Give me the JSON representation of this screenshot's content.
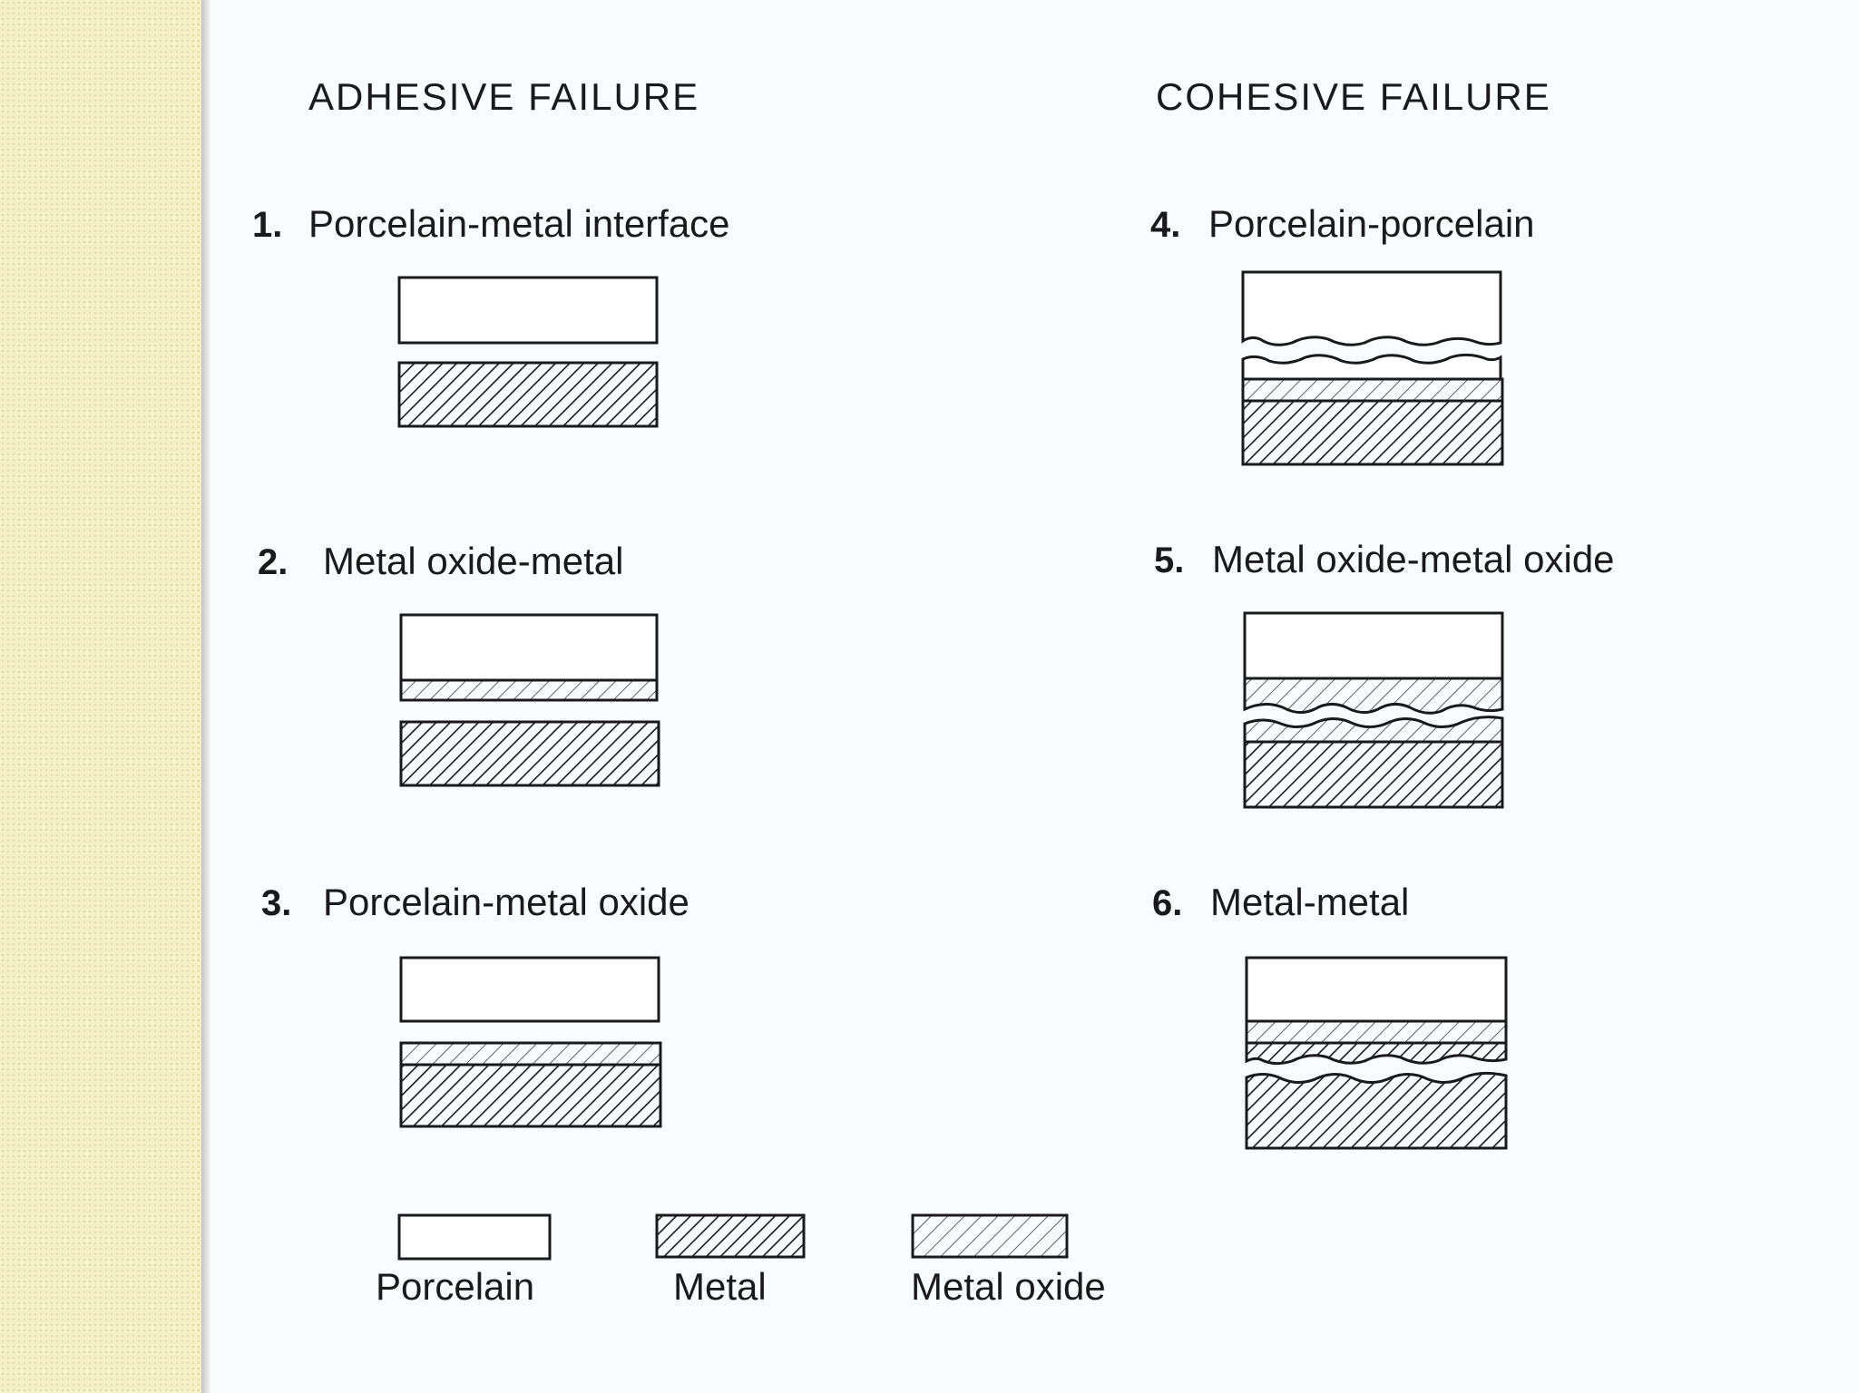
{
  "headings": {
    "adhesive": "ADHESIVE FAILURE",
    "cohesive": "COHESIVE FAILURE"
  },
  "items": [
    {
      "number": "1.",
      "label": "Porcelain-metal interface"
    },
    {
      "number": "2.",
      "label": "Metal oxide-metal"
    },
    {
      "number": "3.",
      "label": "Porcelain-metal oxide"
    },
    {
      "number": "4.",
      "label": "Porcelain-porcelain"
    },
    {
      "number": "5.",
      "label": "Metal oxide-metal oxide"
    },
    {
      "number": "6.",
      "label": "Metal-metal"
    }
  ],
  "legend": [
    {
      "label": "Porcelain",
      "material": "porcelain"
    },
    {
      "label": "Metal",
      "material": "metal"
    },
    {
      "label": "Metal oxide",
      "material": "metal-oxide"
    }
  ],
  "colors": {
    "sidebar": "#f5f0c6",
    "background": "#f8fcfd",
    "ink": "#1a1a1a"
  }
}
